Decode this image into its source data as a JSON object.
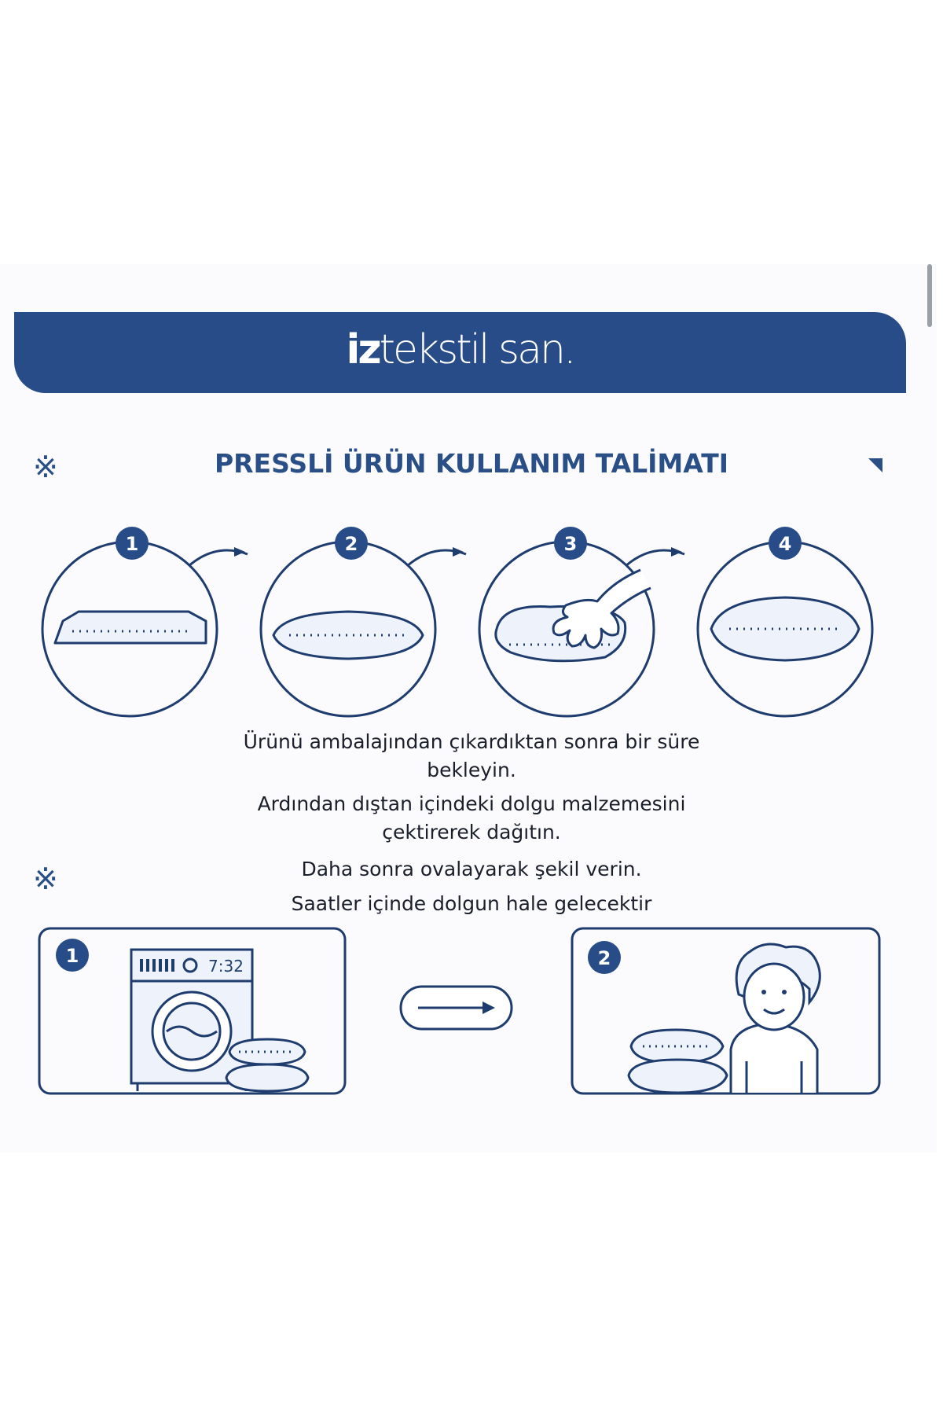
{
  "brand": {
    "prefix": "iz",
    "name": "tekstil san."
  },
  "title": "PRESSLİ ÜRÜN KULLANIM TALİMATI",
  "steps": [
    "1",
    "2",
    "3",
    "4"
  ],
  "instructions": [
    "Ürünü ambalajından çıkardıktan sonra bir süre",
    "bekleyin.",
    "Ardından dıştan içindeki dolgu malzemesini",
    "çektirerek dağıtın.",
    "Daha sonra ovalayarak şekil verin.",
    "Saatler içinde dolgun hale gelecektir"
  ],
  "wash": {
    "step1": "1",
    "step2": "2",
    "display": "7:32"
  },
  "colors": {
    "navy": "#274c87",
    "line": "#1f3c6e",
    "fill": "#eef3fb"
  }
}
